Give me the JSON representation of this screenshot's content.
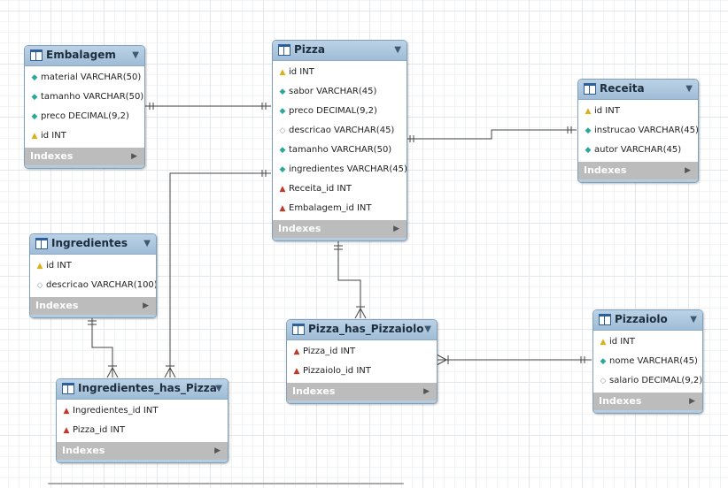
{
  "entities": [
    {
      "id": "embalagem",
      "name": "Embalagem",
      "columns": [
        {
          "label": "material VARCHAR(50)",
          "key": "nn"
        },
        {
          "label": "tamanho VARCHAR(50)",
          "key": "nn"
        },
        {
          "label": "preco DECIMAL(9,2)",
          "key": "nn"
        },
        {
          "label": "id INT",
          "key": "pk"
        }
      ],
      "indexes": "Indexes"
    },
    {
      "id": "pizza",
      "name": "Pizza",
      "columns": [
        {
          "label": "id INT",
          "key": "pk"
        },
        {
          "label": "sabor VARCHAR(45)",
          "key": "nn"
        },
        {
          "label": "preco DECIMAL(9,2)",
          "key": "nn"
        },
        {
          "label": "descricao VARCHAR(45)",
          "key": "nl"
        },
        {
          "label": "tamanho VARCHAR(50)",
          "key": "nn"
        },
        {
          "label": "ingredientes VARCHAR(45)",
          "key": "nn"
        },
        {
          "label": "Receita_id INT",
          "key": "fk"
        },
        {
          "label": "Embalagem_id INT",
          "key": "fk"
        }
      ],
      "indexes": "Indexes"
    },
    {
      "id": "receita",
      "name": "Receita",
      "columns": [
        {
          "label": "id INT",
          "key": "pk"
        },
        {
          "label": "instrucao VARCHAR(45)",
          "key": "nn"
        },
        {
          "label": "autor VARCHAR(45)",
          "key": "nn"
        }
      ],
      "indexes": "Indexes"
    },
    {
      "id": "ingredientes",
      "name": "Ingredientes",
      "columns": [
        {
          "label": "id INT",
          "key": "pk"
        },
        {
          "label": "descricao VARCHAR(100)",
          "key": "nl"
        }
      ],
      "indexes": "Indexes"
    },
    {
      "id": "pizza_has_pizzaiolo",
      "name": "Pizza_has_Pizzaiolo",
      "columns": [
        {
          "label": "Pizza_id INT",
          "key": "fk"
        },
        {
          "label": "Pizzaiolo_id INT",
          "key": "fk"
        }
      ],
      "indexes": "Indexes"
    },
    {
      "id": "pizzaiolo",
      "name": "Pizzaiolo",
      "columns": [
        {
          "label": "id INT",
          "key": "pk"
        },
        {
          "label": "nome VARCHAR(45)",
          "key": "nn"
        },
        {
          "label": "salario DECIMAL(9,2)",
          "key": "nl"
        }
      ],
      "indexes": "Indexes"
    },
    {
      "id": "ingredientes_has_pizza",
      "name": "Ingredientes_has_Pizza",
      "columns": [
        {
          "label": "Ingredientes_id INT",
          "key": "fk"
        },
        {
          "label": "Pizza_id INT",
          "key": "fk"
        }
      ],
      "indexes": "Indexes"
    }
  ],
  "icons": {
    "pk": "key-icon",
    "fk": "foreign-key-icon",
    "nn": "not-null-column-icon",
    "nl": "nullable-column-icon"
  },
  "colors": {
    "header": "#9fbcd6",
    "line": "#444444",
    "indexes_bar": "#bcbcbc"
  }
}
